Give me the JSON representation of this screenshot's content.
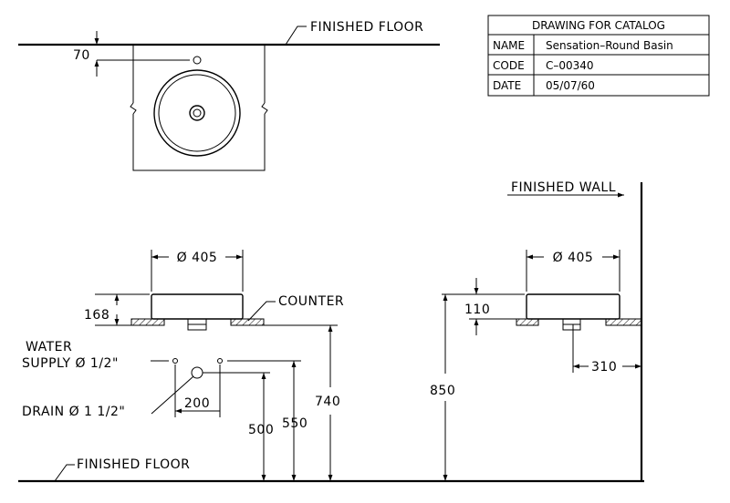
{
  "title_block": {
    "header": "DRAWING FOR CATALOG",
    "rows": [
      {
        "label": "NAME",
        "value": "Sensation–Round Basin"
      },
      {
        "label": "CODE",
        "value": "C–00340"
      },
      {
        "label": "DATE",
        "value": "05/07/60"
      }
    ]
  },
  "labels": {
    "finished_floor_top": "FINISHED FLOOR",
    "finished_floor_bottom": "FINISHED FLOOR",
    "finished_wall": "FINISHED WALL",
    "counter": "COUNTER",
    "water_supply_line1": "WATER",
    "water_supply_line2": "SUPPLY Ø 1/2\"",
    "drain": "DRAIN Ø 1 1/2\""
  },
  "dimensions": {
    "plan_offset": "70",
    "front_diameter": "Ø 405",
    "side_diameter": "Ø 405",
    "basin_height": "168",
    "side_basin_height": "110",
    "supply_spacing": "200",
    "drain_height": "500",
    "supply_height": "550",
    "counter_height_front": "740",
    "counter_height_side": "850",
    "wall_offset": "310"
  }
}
